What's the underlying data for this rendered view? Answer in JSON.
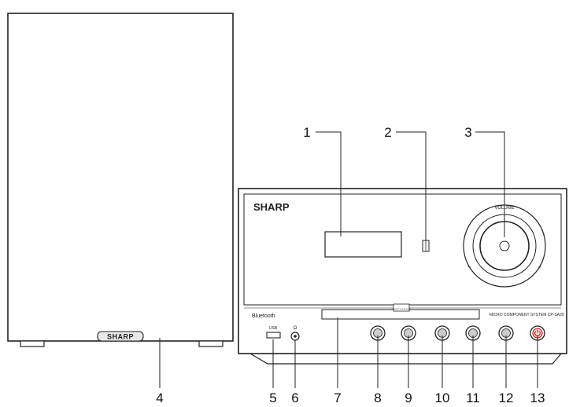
{
  "speaker": {
    "brand_logo": "SHARP"
  },
  "main_unit": {
    "brand": "SHARP",
    "volume_label": "VOLUME",
    "volume_minus": "−",
    "volume_plus": "+",
    "bluetooth_label": "Bluetooth",
    "usb_label": "USB",
    "headphone_symbol": "Ω",
    "model_label": "MICRO COMPONENT SYSTEM CP-SA20",
    "disc_logo": "COMPACT DIGITAL AUDIO"
  },
  "callouts": {
    "top": [
      "1",
      "2",
      "3"
    ],
    "bottom": [
      "4",
      "5",
      "6",
      "7",
      "8",
      "9",
      "10",
      "11",
      "12",
      "13"
    ]
  },
  "colors": {
    "line": "#222222",
    "panel_fill": "#ffffff",
    "button_fill": "#cccccc",
    "power_accent": "#cc0000"
  }
}
